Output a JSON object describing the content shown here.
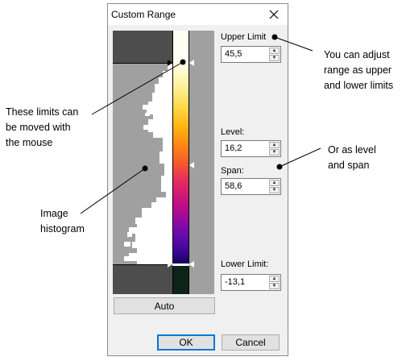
{
  "dialog": {
    "title": "Custom Range"
  },
  "fields": {
    "upper": {
      "label": "Upper Limit",
      "value": "45,5"
    },
    "level": {
      "label": "Level:",
      "value": "16,2"
    },
    "span": {
      "label": "Span:",
      "value": "58,6"
    },
    "lower": {
      "label": "Lower Limit:",
      "value": "-13,1"
    }
  },
  "buttons": {
    "auto": "Auto",
    "ok": "OK",
    "cancel": "Cancel"
  },
  "annotations": {
    "adjust": [
      "You can adjust",
      "range as upper",
      "and lower limits"
    ],
    "moved": [
      "These limits can",
      "be moved with",
      "the mouse"
    ],
    "level_span": [
      "Or as level",
      "and span"
    ],
    "histogram": [
      "Image",
      "histogram"
    ]
  },
  "icons": {
    "close": "close-icon",
    "spin_up": "arrow-up-icon",
    "spin_down": "arrow-down-icon",
    "marker": "triangle-marker-icon"
  }
}
